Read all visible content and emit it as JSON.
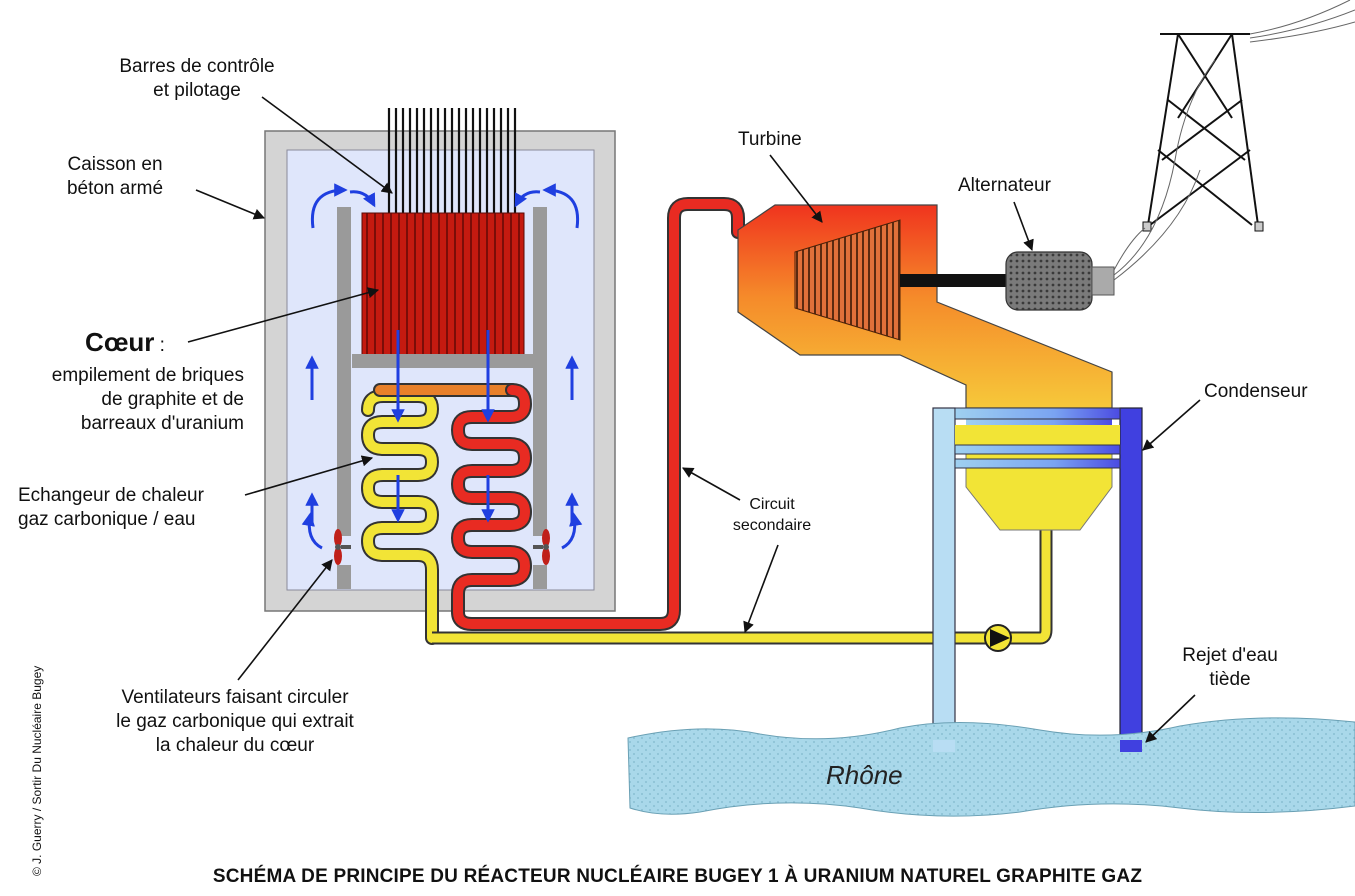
{
  "labels": {
    "control_rods": [
      "Barres de contrôle",
      "et pilotage"
    ],
    "caisson": [
      "Caisson en",
      "béton armé"
    ],
    "coeur_title": "Cœur",
    "coeur_colon": " :",
    "coeur_desc": [
      "empilement de briques",
      "de graphite et de",
      "barreaux d'uranium"
    ],
    "echangeur": [
      "Echangeur de chaleur",
      "gaz carbonique / eau"
    ],
    "ventilateurs": [
      "Ventilateurs faisant circuler",
      "le gaz carbonique qui extrait",
      "la chaleur du cœur"
    ],
    "turbine": "Turbine",
    "alternateur": "Alternateur",
    "condenseur": "Condenseur",
    "circuit_secondaire": [
      "Circuit",
      "secondaire"
    ],
    "rejet": [
      "Rejet d'eau",
      "tiède"
    ],
    "rhone": "Rhône"
  },
  "title": "SCHÉMA DE PRINCIPE DU RÉACTEUR NUCLÉAIRE BUGEY 1 À URANIUM NATUREL GRAPHITE GAZ",
  "credit": "© J. Guerry / Sortir Du Nucléaire Bugey",
  "colors": {
    "concrete": "#d4d4d4",
    "co2_gas": "#dfe6fb",
    "core": "#c41a10",
    "hot_water": "#e82b22",
    "cold_water": "#f2e436",
    "flow_arrow": "#1f3fe0",
    "river": "#a9d8ea",
    "cooling_in": "#b8ddf3",
    "cooling_out": "#4040e0"
  }
}
